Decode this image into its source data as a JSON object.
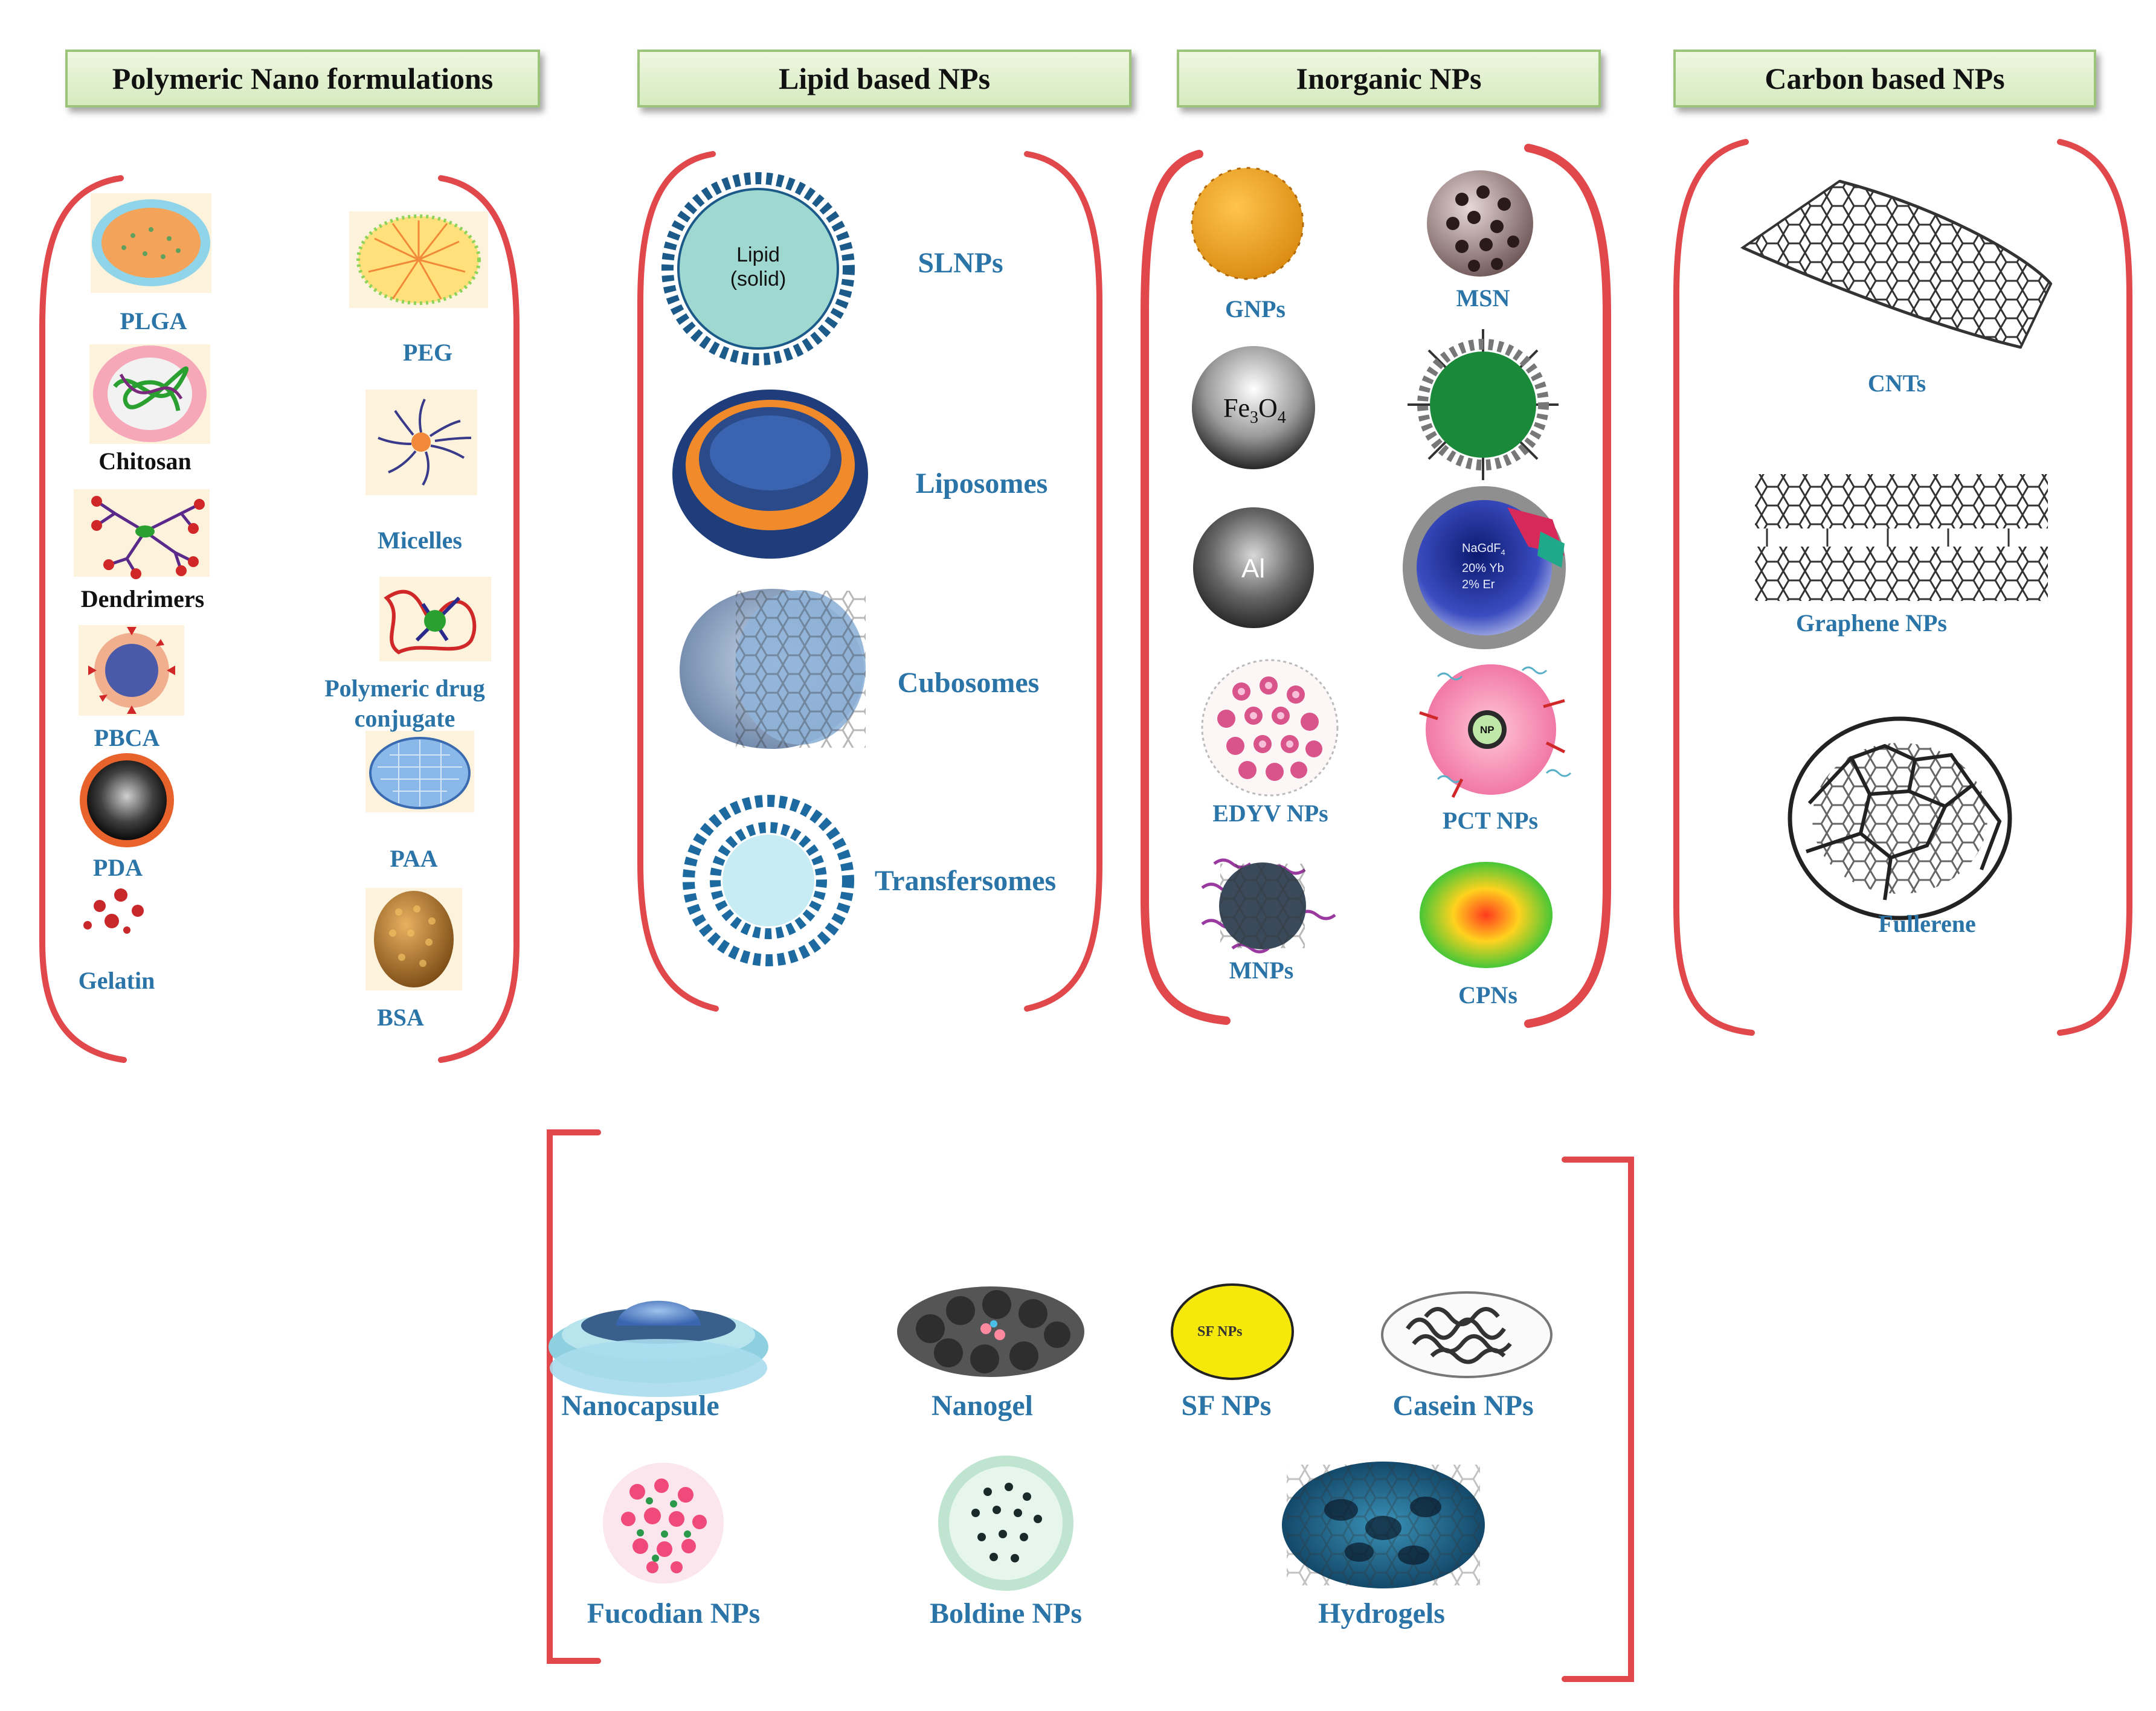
{
  "headers": {
    "polymeric": "Polymeric Nano formulations",
    "lipid": "Lipid based NPs",
    "inorganic": "Inorganic NPs",
    "carbon": "Carbon based NPs"
  },
  "polymeric": {
    "plga": "PLGA",
    "peg": "PEG",
    "chitosan": "Chitosan",
    "micelles": "Micelles",
    "dendrimers": "Dendrimers",
    "polymeric_drug_conjugate_line1": "Polymeric drug",
    "polymeric_drug_conjugate_line2": "conjugate",
    "pbca": "PBCA",
    "pda": "PDA",
    "paa": "PAA",
    "gelatin": "Gelatin",
    "bsa": "BSA"
  },
  "lipid": {
    "lipid_solid_line1": "Lipid",
    "lipid_solid_line2": "(solid)",
    "slnps": "SLNPs",
    "liposomes": "Liposomes",
    "cubosomes": "Cubosomes",
    "transfersomes": "Transfersomes"
  },
  "inorganic": {
    "gnps": "GNPs",
    "msn": "MSN",
    "fe3o4_base": "Fe",
    "fe3o4_sub1": "3",
    "fe3o4_mid": "O",
    "fe3o4_sub2": "4",
    "al": "Al",
    "nagdf_line1": "NaGdF",
    "nagdf_sub": "4",
    "nagdf_line2": "20% Yb",
    "nagdf_line3": "2% Er",
    "edyv": "EDYV NPs",
    "pct": "PCT NPs",
    "pct_core": "NP",
    "mnps": "MNPs",
    "cpns": "CPNs"
  },
  "carbon": {
    "cnts": "CNTs",
    "graphene": "Graphene NPs",
    "fullerene": "Fullerene"
  },
  "other": {
    "nanocapsule": "Nanocapsule",
    "nanogel": "Nanogel",
    "sf": "SF NPs",
    "sf_inner": "SF NPs",
    "casein": "Casein NPs",
    "fucodian": "Fucodian NPs",
    "boldine": "Boldine NPs",
    "hydrogels": "Hydrogels"
  },
  "colors": {
    "bracket": "#e0484c",
    "label": "#2a74a8",
    "header_fill": "#dcedc8",
    "header_border": "#9cc47a"
  }
}
